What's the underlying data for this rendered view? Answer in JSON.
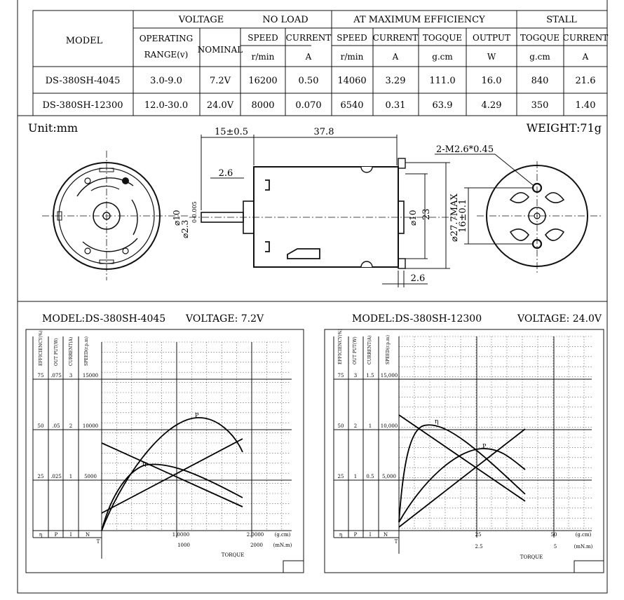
{
  "spec_table": {
    "groups": [
      "MODEL",
      "VOLTAGE",
      "NO LOAD",
      "AT MAXIMUM EFFICIENCY",
      "STALL"
    ],
    "subheads": [
      "OPERATING RANGE(v)",
      "NOMINAL",
      "SPEED",
      "CURRENT",
      "SPEED",
      "CURRENT",
      "TOGQUE",
      "OUTPUT",
      "TOGQUE",
      "CURRENT"
    ],
    "units": [
      "r/min",
      "A",
      "r/min",
      "A",
      "g.cm",
      "W",
      "g.cm",
      "A"
    ],
    "rows": [
      [
        "DS-380SH-4045",
        "3.0-9.0",
        "7.2V",
        "16200",
        "0.50",
        "14060",
        "3.29",
        "111.0",
        "16.0",
        "840",
        "21.6"
      ],
      [
        "DS-380SH-12300",
        "12.0-30.0",
        "24.0V",
        "8000",
        "0.070",
        "6540",
        "0.31",
        "63.9",
        "4.29",
        "350",
        "1.40"
      ]
    ]
  },
  "drawing": {
    "unit": "Unit:mm",
    "weight": "WEIGHT:71g",
    "dims": {
      "shaft_len": "15±0.5",
      "body_len": "37.8",
      "boss_len": "2.6",
      "screw": "2-M2.6*0.45",
      "d10": "⌀10",
      "shaft_d": "⌀2.3",
      "shaft_tol": "0\n-0.005",
      "d10b": "⌀10",
      "h23": "23",
      "d27": "⌀27.7MAX",
      "pitch": "16±0.1",
      "rear_len": "2.6"
    }
  },
  "charts": [
    {
      "model": "MODEL:DS-380SH-4045",
      "voltage": "VOLTAGE: 7.2V",
      "axis_heads": [
        "EFFICIENCY(%)",
        "OUT PUT(W)",
        "CURRENT(A)",
        "SPEED(r.p.m)"
      ],
      "rows": [
        [
          "75",
          ".075",
          "3",
          "15000"
        ],
        [
          "50",
          ".05",
          "2",
          "10000"
        ],
        [
          "25",
          ".025",
          "1",
          "5000"
        ]
      ],
      "symbols": [
        "η",
        "P",
        "I",
        "N"
      ],
      "origin_t": "T",
      "x_top": [
        "1.0000",
        "2.0000",
        "(g.cm)"
      ],
      "x_bottom": [
        "1000",
        "2000",
        "(mN.m)"
      ],
      "x_title": "TORQUE",
      "curve_labels": [
        "P",
        "η"
      ]
    },
    {
      "model": "MODEL:DS-380SH-12300",
      "voltage": "VOLTAGE: 24.0V",
      "axis_heads": [
        "EFFICIENCY(%)",
        "OUT PUT(W)",
        "CURRENT(A)",
        "SPEED(r.p.m)"
      ],
      "rows": [
        [
          "75",
          "3",
          "1.5",
          "15,000"
        ],
        [
          "50",
          "2",
          "1",
          "10,000"
        ],
        [
          "25",
          "1",
          "0.5",
          "5,000"
        ]
      ],
      "symbols": [
        "η",
        "P",
        "I",
        "N"
      ],
      "origin_t": "T",
      "x_top": [
        "25",
        "50",
        "(g.cm)"
      ],
      "x_bottom": [
        "2.5",
        "5",
        "(mN.m)"
      ],
      "x_title": "TORQUE",
      "curve_labels": [
        "P",
        "η"
      ]
    }
  ]
}
